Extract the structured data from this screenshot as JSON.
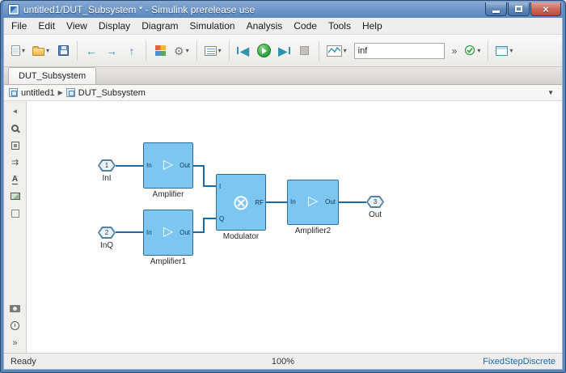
{
  "window": {
    "title": "untitled1/DUT_Subsystem * - Simulink prerelease use",
    "close_glyph": "×"
  },
  "menu": {
    "items": [
      "File",
      "Edit",
      "View",
      "Display",
      "Diagram",
      "Simulation",
      "Analysis",
      "Code",
      "Tools",
      "Help"
    ]
  },
  "toolbar": {
    "stop_time_value": "inf",
    "overflow_label": "»"
  },
  "tab_label": "DUT_Subsystem",
  "breadcrumb": {
    "items": [
      "untitled1",
      "DUT_Subsystem"
    ]
  },
  "sidebar": {
    "annotation_label": "A",
    "overflow_label": "»"
  },
  "glyphs": {
    "caret": "▾",
    "back_arrow": "←",
    "forward_arrow": "→",
    "up_arrow": "↑",
    "gear": "⚙",
    "step_back": "◀",
    "step_forward": "▶",
    "crumb_sep": "▶",
    "crumb_dropdown": "▼",
    "hide_browser": "◄",
    "double_arrow": "⇉",
    "amp_triangle": "▷",
    "modulator_symbol": "⊗"
  },
  "diagram": {
    "inports": [
      {
        "number": "1",
        "label": "InI"
      },
      {
        "number": "2",
        "label": "InQ"
      }
    ],
    "outport": {
      "number": "3",
      "label": "Out"
    },
    "amplifiers": [
      {
        "label": "Amplifier",
        "in": "In",
        "out": "Out"
      },
      {
        "label": "Amplifier1",
        "in": "In",
        "out": "Out"
      },
      {
        "label": "Amplifier2",
        "in": "In",
        "out": "Out"
      }
    ],
    "modulator": {
      "label": "Modulator",
      "port_i": "I",
      "port_q": "Q",
      "port_rf": "RF"
    }
  },
  "statusbar": {
    "status": "Ready",
    "zoom": "100%",
    "solver": "FixedStepDiscrete"
  },
  "colors": {
    "block_fill": "#7cc6ef",
    "block_border": "#2f6d9e",
    "wire": "#1c6aa8",
    "titlebar": "#5b87bd",
    "run_green": "#2e9e3e",
    "solver_text": "#1c6aa8"
  }
}
